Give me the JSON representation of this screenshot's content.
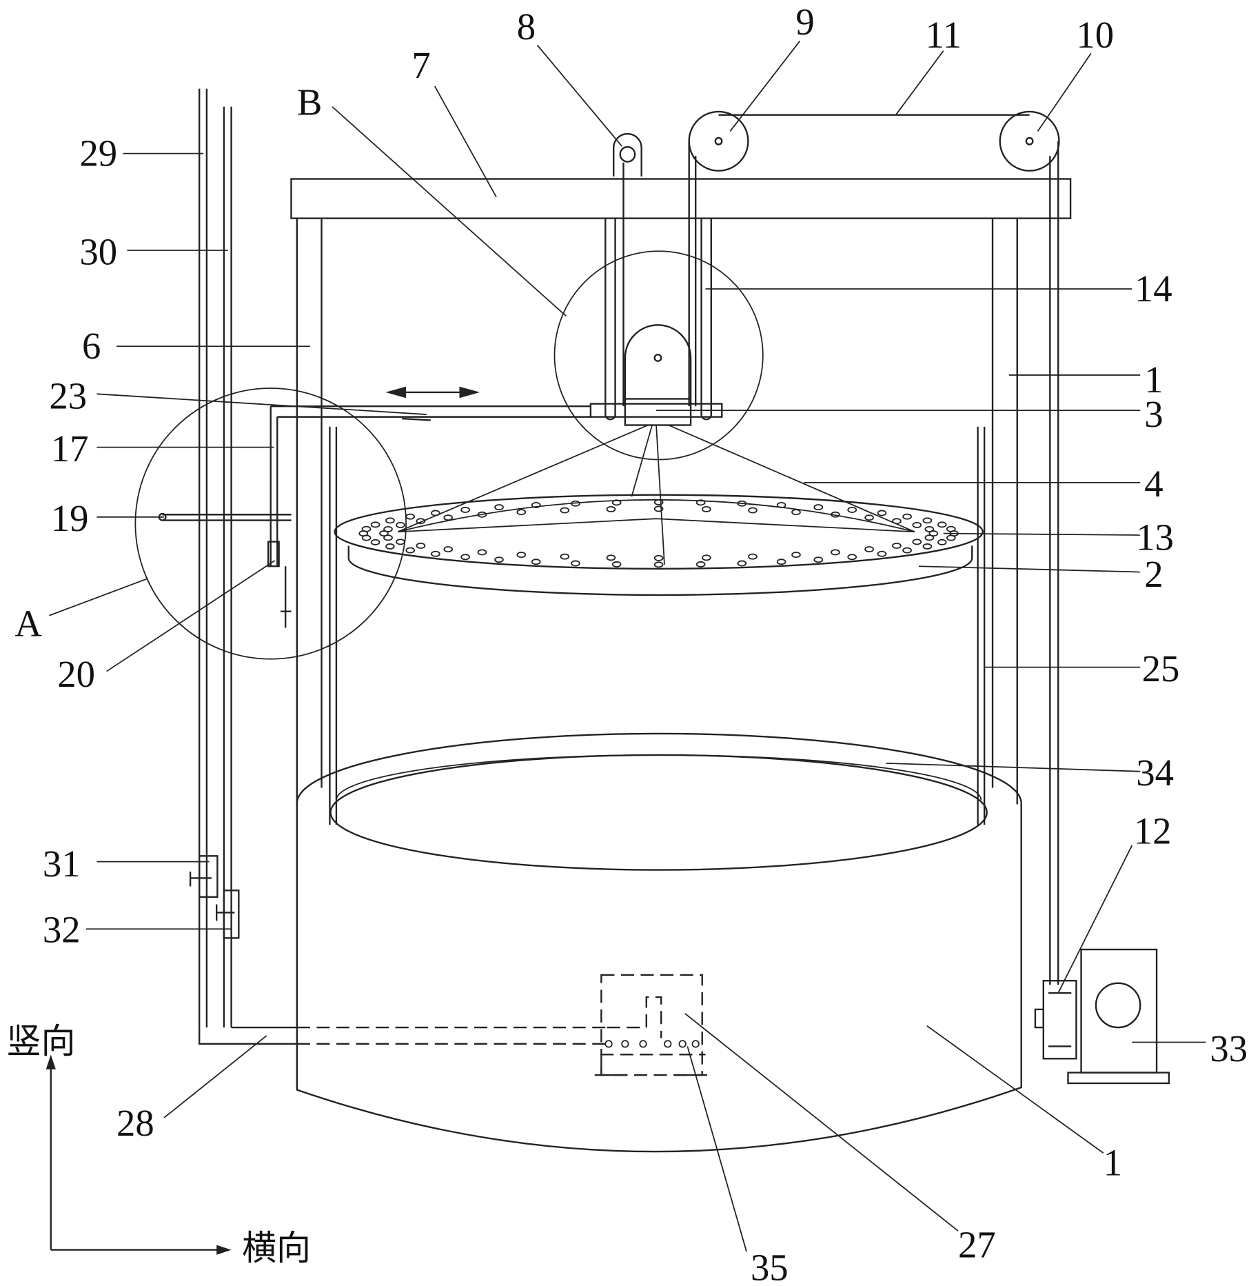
{
  "labels": {
    "l8": "8",
    "l9": "9",
    "l11": "11",
    "l10": "10",
    "l7": "7",
    "lB": "B",
    "l29": "29",
    "l30": "30",
    "l6": "6",
    "l14": "14",
    "l1a": "1",
    "l23": "23",
    "l3": "3",
    "l17": "17",
    "l4": "4",
    "l19": "19",
    "l13": "13",
    "l2": "2",
    "lA": "A",
    "l20": "20",
    "l25": "25",
    "l34": "34",
    "l12": "12",
    "l31": "31",
    "l32": "32",
    "l33": "33",
    "l28": "28",
    "l1b": "1",
    "l27": "27",
    "l35": "35"
  },
  "axes": {
    "vertical": "竖向",
    "horizontal": "横向"
  }
}
